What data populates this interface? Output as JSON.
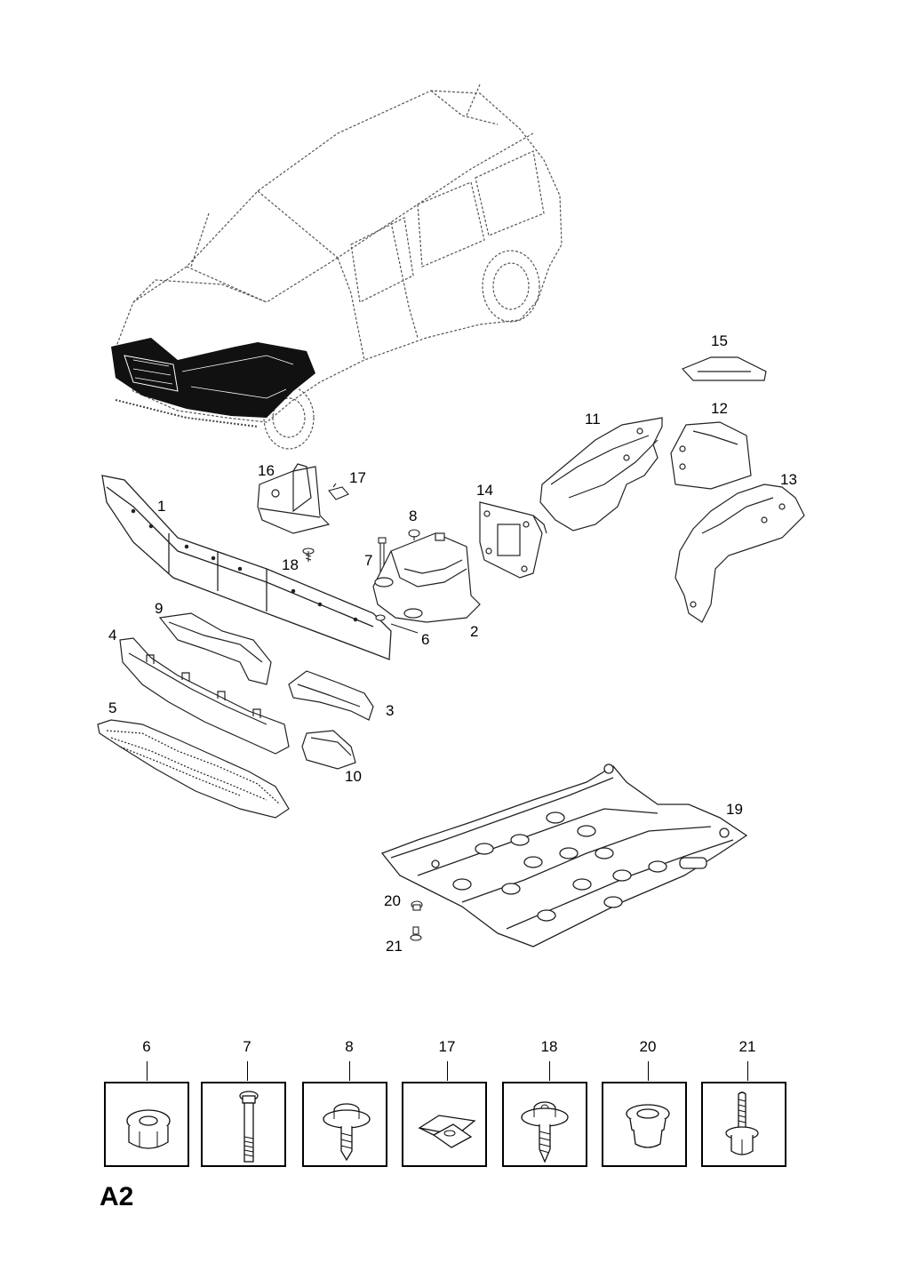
{
  "page_code": "A2",
  "callouts": [
    "1",
    "2",
    "3",
    "4",
    "5",
    "6",
    "7",
    "8",
    "9",
    "10",
    "11",
    "12",
    "13",
    "14",
    "15",
    "16",
    "17",
    "18",
    "19",
    "20",
    "21"
  ],
  "hardware": [
    {
      "number": "6",
      "icon": "flange-nut-icon"
    },
    {
      "number": "7",
      "icon": "long-bolt-icon"
    },
    {
      "number": "8",
      "icon": "hex-screw-icon"
    },
    {
      "number": "17",
      "icon": "speed-clip-icon"
    },
    {
      "number": "18",
      "icon": "self-tapping-screw-icon"
    },
    {
      "number": "20",
      "icon": "grommet-nut-icon"
    },
    {
      "number": "21",
      "icon": "flange-bolt-icon"
    }
  ]
}
